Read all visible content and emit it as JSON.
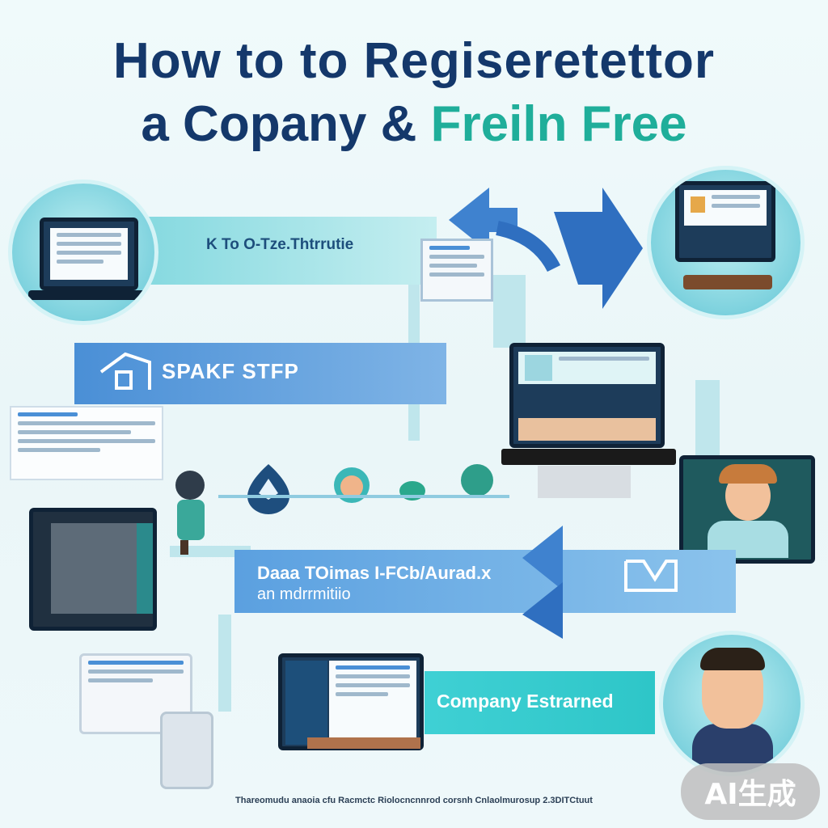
{
  "title": {
    "line1": "How to  to Regiseretettor",
    "line2_part1": "a Copany & ",
    "line2_part2": "Freiln Free"
  },
  "steps": [
    {
      "label": "K To O-Tze.Thtrrutie"
    },
    {
      "label": "SPAKF STFP"
    },
    {
      "label": "Daaa TOimas I-FCb/Aurad.x",
      "sub": "an mdrrmitiio"
    },
    {
      "label": "Company Estrarned"
    }
  ],
  "footer": "Thareomudu anaoia cfu Racmctc Riolocncnnrod corsnh Cnlaolmurosup 2.3DITCtuut",
  "badge": "AI生成",
  "colors": {
    "title_dark": "#14386b",
    "title_teal": "#1fae9a",
    "ribbon_teal": "#7fd7de",
    "ribbon_blue": "#4a8fd6",
    "ribbon_cyan": "#3fd0d4"
  },
  "icons": [
    "laptop-icon",
    "monitor-icon",
    "document-icon",
    "person-avatar-icon",
    "arrow-icon",
    "house-icon"
  ]
}
